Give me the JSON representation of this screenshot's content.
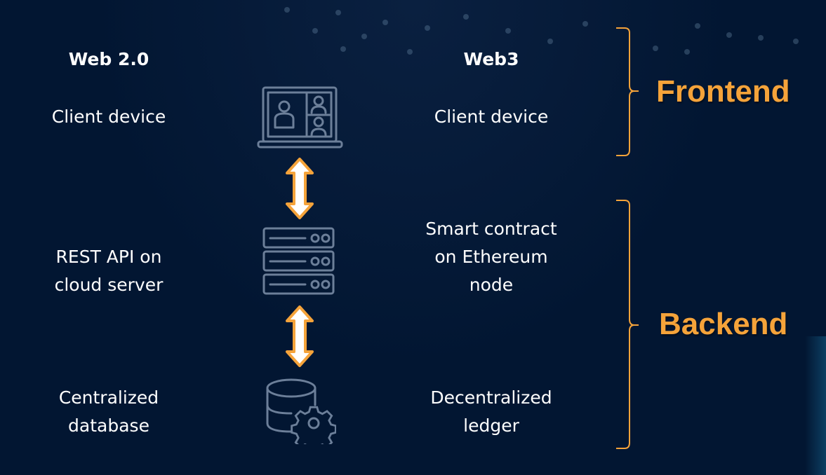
{
  "columns": {
    "web2": {
      "title": "Web 2.0",
      "frontend": "Client device",
      "server": [
        "REST API on",
        "cloud server"
      ],
      "storage": [
        "Centralized",
        "database"
      ]
    },
    "web3": {
      "title": "Web3",
      "frontend": "Client device",
      "server": [
        "Smart contract",
        "on Ethereum",
        "node"
      ],
      "storage": [
        "Decentralized",
        "ledger"
      ]
    }
  },
  "groups": {
    "frontend": "Frontend",
    "backend": "Backend"
  },
  "colors": {
    "background": "#021632",
    "accent": "#f5a33a",
    "icon": "#6c7f99",
    "text": "#ffffff"
  }
}
